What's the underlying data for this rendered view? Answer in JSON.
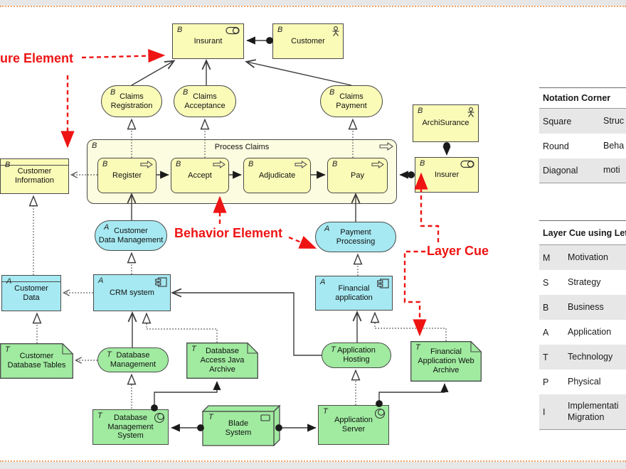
{
  "annotations": {
    "structure": {
      "label": "ure Element"
    },
    "behavior": {
      "label": "Behavior Element"
    },
    "layer_cue": {
      "label": "Layer Cue"
    },
    "color": "#ee1414"
  },
  "colors": {
    "business": "#fbfbb8",
    "business_container": "#fcfce0",
    "application": "#a6e9f2",
    "technology": "#a0eba0",
    "annotation_red": "#ee1414",
    "slide_border_orange": "#eca268"
  },
  "diagram": {
    "nodes": {
      "insurant": {
        "letter": "B",
        "label": "Insurant",
        "icon": "role-icon"
      },
      "customer": {
        "letter": "B",
        "label": "Customer",
        "icon": "actor-icon"
      },
      "claims_registration": {
        "letter": "B",
        "label": "Claims\nRegistration"
      },
      "claims_acceptance": {
        "letter": "B",
        "label": "Claims\nAcceptance"
      },
      "claims_payment": {
        "letter": "B",
        "label": "Claims\nPayment"
      },
      "process_claims": {
        "letter": "B",
        "label": "Process Claims",
        "icon": "process-icon"
      },
      "register": {
        "letter": "B",
        "label": "Register",
        "icon": "process-icon"
      },
      "accept": {
        "letter": "B",
        "label": "Accept",
        "icon": "process-icon"
      },
      "adjudicate": {
        "letter": "B",
        "label": "Adjudicate",
        "icon": "process-icon"
      },
      "pay": {
        "letter": "B",
        "label": "Pay",
        "icon": "process-icon"
      },
      "archisurance": {
        "letter": "B",
        "label": "ArchiSurance",
        "icon": "actor-icon"
      },
      "insurer": {
        "letter": "B",
        "label": "Insurer",
        "icon": "role-icon"
      },
      "customer_information": {
        "letter": "B",
        "label": "Customer\nInformation"
      },
      "customer_data_management": {
        "letter": "A",
        "label": "Customer\nData Management"
      },
      "payment_processing": {
        "letter": "A",
        "label": "Payment\nProcessing"
      },
      "customer_data": {
        "letter": "A",
        "label": "Customer\nData"
      },
      "crm_system": {
        "letter": "A",
        "label": "CRM system",
        "icon": "component-icon"
      },
      "financial_application": {
        "letter": "A",
        "label": "Financial\napplication",
        "icon": "component-icon"
      },
      "customer_database_tables": {
        "letter": "T",
        "label": "Customer\nDatabase Tables"
      },
      "database_management": {
        "letter": "T",
        "label": "Database\nManagement"
      },
      "database_access_java_archive": {
        "letter": "T",
        "label": "Database\nAccess Java\nArchive"
      },
      "application_hosting": {
        "letter": "T",
        "label": "Application\nHosting"
      },
      "financial_application_web_archive": {
        "letter": "T",
        "label": "Financial\nApplication Web\nArchive"
      },
      "database_management_system": {
        "letter": "T",
        "label": "Database\nManagement\nSystem",
        "icon": "system-software-icon"
      },
      "blade_system": {
        "letter": "T",
        "label": "Blade\nSystem",
        "icon": "device-icon"
      },
      "application_server": {
        "letter": "T",
        "label": "Application\nServer",
        "icon": "system-software-icon"
      }
    }
  },
  "tables": {
    "notation": {
      "header": "Notation Corner",
      "rows": [
        [
          "Square",
          "Struc"
        ],
        [
          "Round",
          "Beha"
        ],
        [
          "Diagonal",
          "moti"
        ]
      ]
    },
    "layer": {
      "header": "Layer Cue using Lett",
      "rows": [
        [
          "M",
          "Motivation"
        ],
        [
          "S",
          "Strategy"
        ],
        [
          "B",
          "Business"
        ],
        [
          "A",
          "Application"
        ],
        [
          "T",
          "Technology"
        ],
        [
          "P",
          "Physical"
        ],
        [
          "I",
          "Implementati\nMigration"
        ]
      ]
    }
  }
}
